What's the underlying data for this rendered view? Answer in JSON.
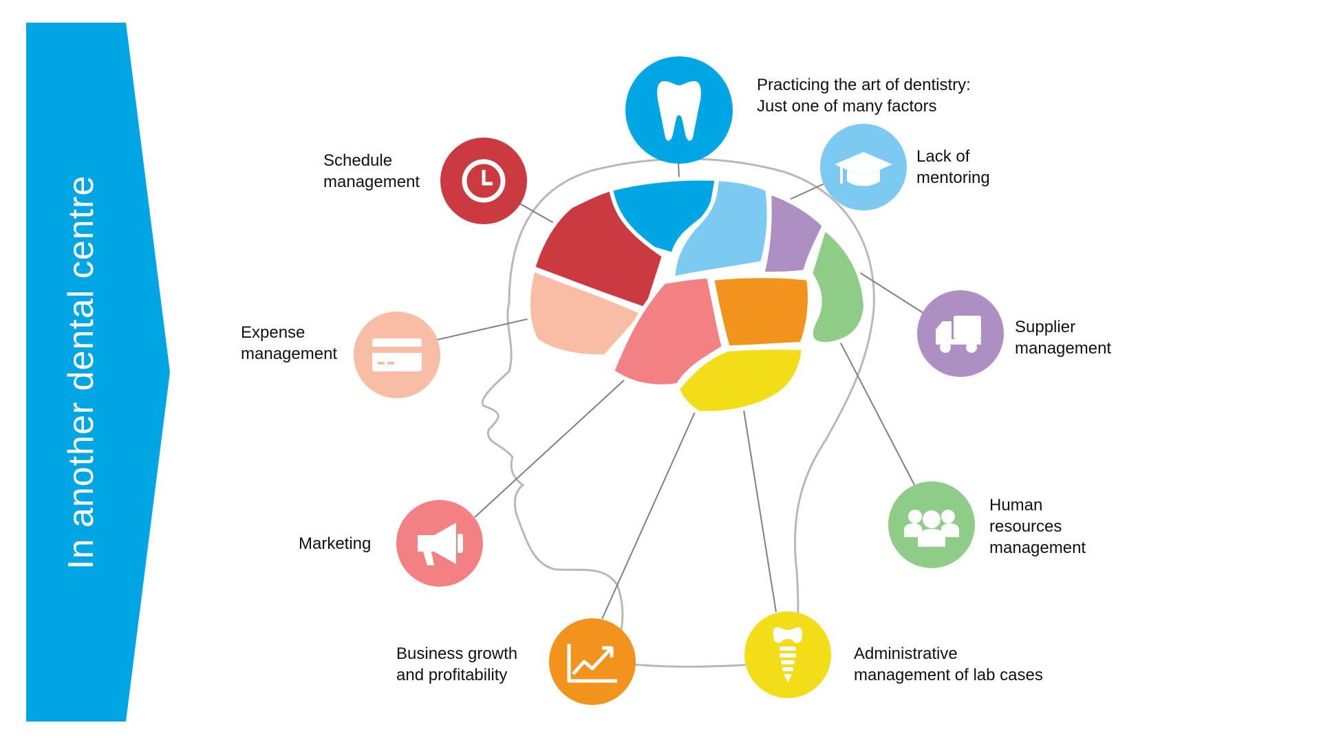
{
  "banner": {
    "text": "In another dental centre",
    "color": "#00a5e3"
  },
  "colors": {
    "head_outline": "#b8b8b8",
    "connector": "#7f7f7f",
    "dentistry": "#00a5e3",
    "mentoring": "#7ccaf2",
    "supplier": "#ad8fc4",
    "hr": "#8ecc87",
    "schedule": "#cc3a41",
    "expense": "#f9bda6",
    "marketing": "#f38183",
    "growth": "#f1931d",
    "lab": "#f3dd19"
  },
  "factors": [
    {
      "key": "dentistry",
      "icon": "tooth-icon",
      "lines": [
        "Practicing the art of dentistry:",
        "Just one of many factors"
      ]
    },
    {
      "key": "mentoring",
      "icon": "graduation-cap-icon",
      "lines": [
        "Lack of",
        "mentoring"
      ]
    },
    {
      "key": "supplier",
      "icon": "delivery-truck-icon",
      "lines": [
        "Supplier",
        "management"
      ]
    },
    {
      "key": "hr",
      "icon": "people-group-icon",
      "lines": [
        "Human",
        "resources",
        "management"
      ]
    },
    {
      "key": "schedule",
      "icon": "clock-icon",
      "lines": [
        "Schedule",
        "management"
      ]
    },
    {
      "key": "expense",
      "icon": "credit-card-icon",
      "lines": [
        "Expense",
        "management"
      ]
    },
    {
      "key": "marketing",
      "icon": "megaphone-icon",
      "lines": [
        "Marketing"
      ]
    },
    {
      "key": "growth",
      "icon": "growth-chart-icon",
      "lines": [
        "Business growth",
        "and profitability"
      ]
    },
    {
      "key": "lab",
      "icon": "dental-implant-icon",
      "lines": [
        "Administrative",
        "management of lab cases"
      ]
    }
  ]
}
